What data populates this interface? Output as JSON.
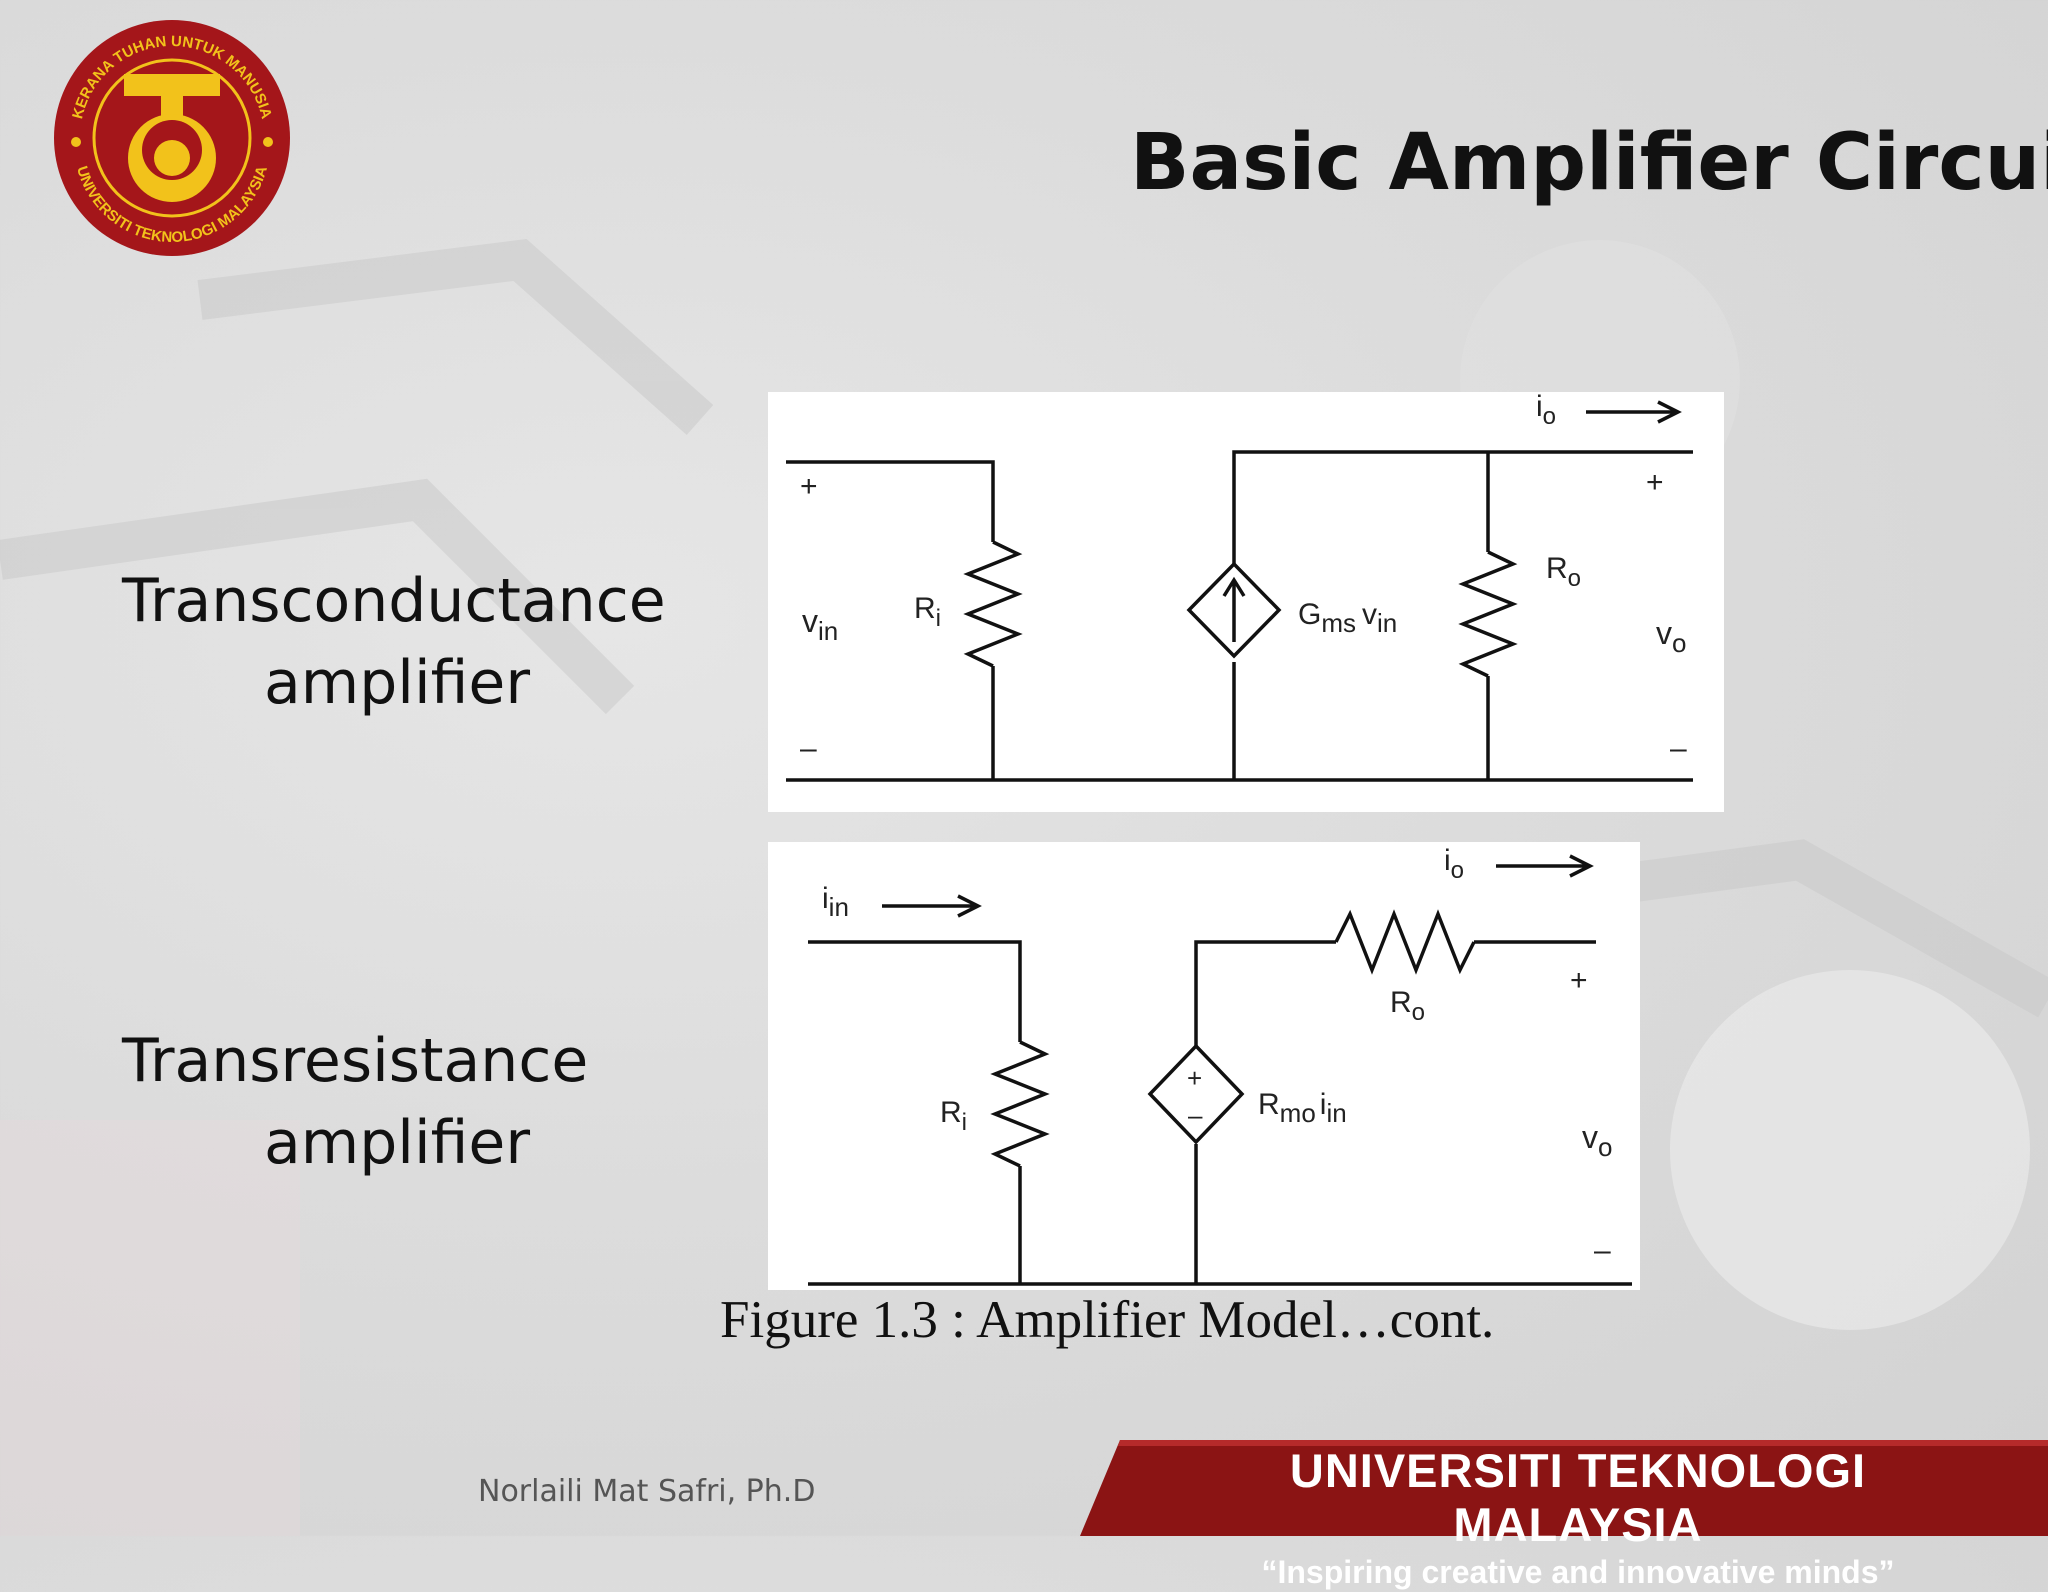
{
  "slide": {
    "title": "Basic Amplifier Circuit",
    "author": "Norlaili Mat Safri, Ph.D",
    "caption": "Figure 1.3 : Amplifier Model…cont."
  },
  "logo": {
    "icon": "university-seal-icon",
    "ring_text": "KERANA TUHAN UNTUK MANUSIA • UNIVERSITI TEKNOLOGI MALAYSIA",
    "colors": {
      "ring": "#a4161a",
      "emblem": "#f2c21b"
    }
  },
  "labels": {
    "transconductance": {
      "line1": "Transconductance",
      "line2": "amplifier"
    },
    "transresistance": {
      "line1": "Transresistance",
      "line2": "amplifier"
    }
  },
  "circuit1": {
    "io": "i",
    "io_sub": "o",
    "plus_in": "+",
    "minus_in": "–",
    "vin": "v",
    "vin_sub": "in",
    "ri": "R",
    "ri_sub": "i",
    "gms": "G",
    "gms_sub": "ms",
    "gms_v": "v",
    "gms_v_sub": "in",
    "ro": "R",
    "ro_sub": "o",
    "plus_out": "+",
    "minus_out": "–",
    "vo": "v",
    "vo_sub": "o"
  },
  "circuit2": {
    "iin": "i",
    "iin_sub": "in",
    "io": "i",
    "io_sub": "o",
    "ri": "R",
    "ri_sub": "i",
    "src_plus": "+",
    "src_minus": "–",
    "rmo": "R",
    "rmo_sub": "mo",
    "rmo_i": "i",
    "rmo_i_sub": "in",
    "ro": "R",
    "ro_sub": "o",
    "plus_out": "+",
    "minus_out": "–",
    "vo": "v",
    "vo_sub": "o"
  },
  "banner": {
    "name": "UNIVERSITI TEKNOLOGI MALAYSIA",
    "motto": "“Inspiring creative and innovative minds”",
    "color": "#8b1414"
  }
}
